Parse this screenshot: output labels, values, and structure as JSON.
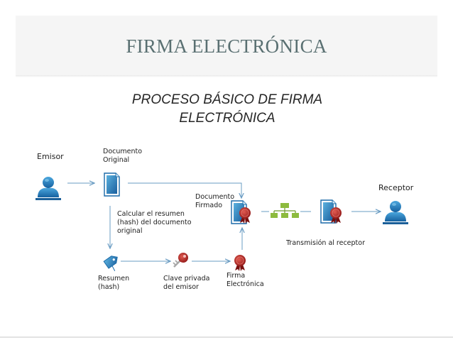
{
  "slide": {
    "title": "FIRMA ELECTRÓNICA",
    "subtitle_line1": "PROCESO BÁSICO DE FIRMA",
    "subtitle_line2": "ELECTRÓNICA"
  },
  "diagram": {
    "emisor": "Emisor",
    "documento_original": [
      "Documento",
      "Original"
    ],
    "calcular_resumen": [
      "Calcular el resumen",
      "(hash) del documento",
      "original"
    ],
    "resumen": [
      "Resumen",
      "(hash)"
    ],
    "clave_privada": [
      "Clave privada",
      "del emisor"
    ],
    "firma_electronica": [
      "Firma",
      "Electrónica"
    ],
    "documento_firmado": [
      "Documento",
      "Firmado"
    ],
    "receptor": "Receptor",
    "transmision": "Transmisión al receptor"
  },
  "icons": {
    "person": "person-icon",
    "document": "document-icon",
    "seal": "seal-icon",
    "tag": "tag-icon",
    "key": "key-icon",
    "network": "network-icon"
  },
  "colors": {
    "title": "#5a7072",
    "icon_blue": "#1b6aa8",
    "icon_light_blue": "#5bb1de",
    "seal_red": "#b32424",
    "arrow": "#6a9cc3",
    "network_green": "#8dbb3e"
  }
}
